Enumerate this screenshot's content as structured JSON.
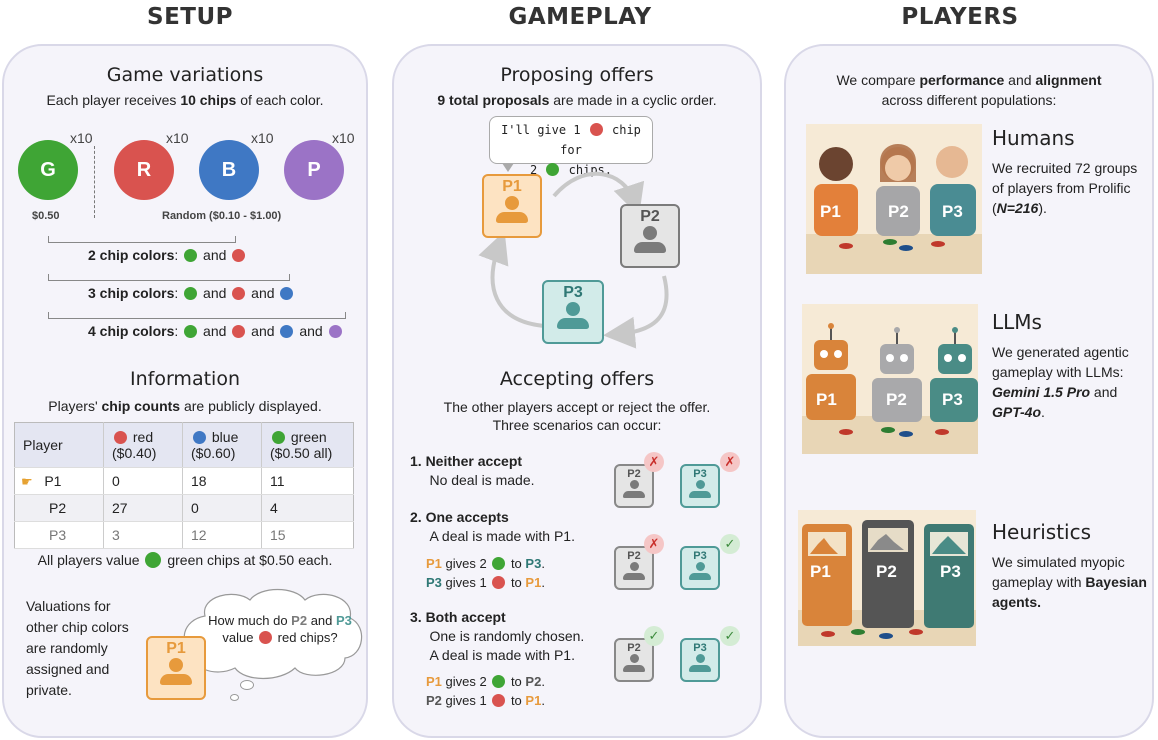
{
  "titles": {
    "setup": "SETUP",
    "gameplay": "GAMEPLAY",
    "players": "PLAYERS"
  },
  "colors": {
    "green": "#3fa535",
    "red": "#d9534f",
    "blue": "#3f78c4",
    "purple": "#9b73c6",
    "p1": "#e79a3c",
    "p2": "#7b7b7b",
    "p3": "#4f9a97"
  },
  "setup": {
    "variations_heading": "Game variations",
    "variations_sub_pre": "Each player receives ",
    "variations_sub_bold": "10 chips",
    "variations_sub_post": " of each color.",
    "chips": [
      {
        "letter": "G",
        "mult": "x10"
      },
      {
        "letter": "R",
        "mult": "x10"
      },
      {
        "letter": "B",
        "mult": "x10"
      },
      {
        "letter": "P",
        "mult": "x10"
      }
    ],
    "green_price": "$0.50",
    "random_price": "Random ($0.10 - $1.00)",
    "two_colors": "2 chip colors",
    "three_colors": "3 chip colors",
    "four_colors": "4 chip colors",
    "and": "and",
    "info_heading": "Information",
    "info_sub_pre": "Players' ",
    "info_sub_bold": "chip counts",
    "info_sub_post": " are publicly displayed.",
    "table": {
      "h_player": "Player",
      "h_red": "red",
      "h_red2": "($0.40)",
      "h_blue": "blue",
      "h_blue2": "($0.60)",
      "h_green": "green",
      "h_green2": "($0.50 all)",
      "rows": [
        {
          "player": "P1",
          "red": "0",
          "blue": "18",
          "green": "11"
        },
        {
          "player": "P2",
          "red": "27",
          "blue": "0",
          "green": "4"
        },
        {
          "player": "P3",
          "red": "3",
          "blue": "12",
          "green": "15"
        }
      ]
    },
    "green_value_pre": "All players value ",
    "green_value_post": " green chips at $0.50 each.",
    "valuations": "Valuations for other chip colors are randomly assigned and private.",
    "thought_1": "How much do ",
    "thought_p2": "P2",
    "thought_and": " and ",
    "thought_p3": "P3",
    "thought_2": "value ",
    "thought_3": " red chips?",
    "card_label": "P1"
  },
  "gameplay": {
    "proposing_heading": "Proposing offers",
    "proposing_bold": "9 total proposals",
    "proposing_post": " are made in a cyclic order.",
    "offer_1": "I'll give 1 ",
    "offer_2": " chip for",
    "offer_3": "2 ",
    "offer_4": " chips.",
    "p1": "P1",
    "p2": "P2",
    "p3": "P3",
    "accepting_heading": "Accepting offers",
    "accepting_sub1": "The other players accept or reject the offer.",
    "accepting_sub2": "Three scenarios can occur:",
    "s1_title": "1. Neither accept",
    "s1_desc": "No deal is made.",
    "s2_title": "2. One accepts",
    "s2_desc": "A deal is made with P1.",
    "s2_l1_a": "P1",
    "s2_l1_b": " gives 2 ",
    "s2_l1_c": " to ",
    "s2_l1_d": "P3",
    "s2_l1_e": ".",
    "s2_l2_a": "P3",
    "s2_l2_b": " gives 1 ",
    "s2_l2_c": " to ",
    "s2_l2_d": "P1",
    "s2_l2_e": ".",
    "s3_title": "3. Both accept",
    "s3_desc1": "One is randomly chosen.",
    "s3_desc2": "A deal is made with P1.",
    "s3_l1_a": "P1",
    "s3_l1_b": " gives 2 ",
    "s3_l1_c": " to ",
    "s3_l1_d": "P2",
    "s3_l1_e": ".",
    "s3_l2_a": "P2",
    "s3_l2_b": " gives 1 ",
    "s3_l2_c": " to ",
    "s3_l2_d": "P1",
    "s3_l2_e": ".",
    "reject": "✗",
    "accept": "✓"
  },
  "players": {
    "intro_1": "We compare ",
    "intro_b1": "performance",
    "intro_2": " and ",
    "intro_b2": "alignment",
    "intro_3": "across different populations:",
    "humans_heading": "Humans",
    "humans_desc_1": "We recruited 72 groups of players from Prolific (",
    "humans_desc_n": "N=216",
    "humans_desc_2": ").",
    "llms_heading": "LLMs",
    "llms_desc_1": "We generated agentic gameplay with LLMs: ",
    "llms_m1": "Gemini 1.5 Pro",
    "llms_and": " and ",
    "llms_m2": "GPT-4o",
    "llms_end": ".",
    "heur_heading": "Heuristics",
    "heur_desc_1": "We simulated myopic gameplay with ",
    "heur_desc_b": "Bayesian agents.",
    "img_p1": "P1",
    "img_p2": "P2",
    "img_p3": "P3"
  }
}
